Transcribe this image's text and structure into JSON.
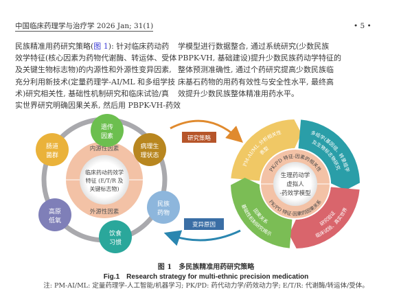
{
  "header": {
    "journal": "中国临床药理学与治疗学 2026 Jan; 31(1)",
    "page_number": "• 5 •"
  },
  "body": {
    "left_lines": [
      {
        "a": "民族精准用药研究策略(",
        "link": "图 1",
        "b": "): 针对临床药动药"
      },
      {
        "a": "效学特征(核心因素为药物代谢酶、转运体、受体"
      },
      {
        "a": "及关键生物标志物)的内源性和外源性变异因素,"
      },
      {
        "a": "充分利用新技术(定量药理学-AI/ML 和多组学技"
      },
      {
        "a": "术)研究相关性, 基础性机制研究和临床试验/真"
      },
      {
        "a": "实世界研究明确因果关系, 然后用 PBPK-VH-药效"
      }
    ],
    "right_lines": [
      "学模型进行数据整合, 通过系统研究(少数民族",
      "PBPK-VH, 基础建设)提升少数民族药动学特征的",
      "整体预测准确性, 通过个药研究提高少数民族临",
      "床基石药物的用药有效性与安全性水平, 最终高",
      "效提升少数民族整体精准用药水平。"
    ]
  },
  "figure": {
    "left": {
      "center": [
        "临床药动药效学",
        "特征 (E/T/R 及",
        "关键标志物)"
      ],
      "inner_label": "内源性因素",
      "outer_label": "外源性因素",
      "nodes": [
        {
          "l1": "遗传",
          "l2": "因素",
          "color": "#6cbf4f"
        },
        {
          "l1": "病理生",
          "l2": "理状态",
          "color": "#b8861f"
        },
        {
          "l1": "民族",
          "l2": "药物",
          "color": "#8db6dc"
        },
        {
          "l1": "饮食",
          "l2": "习惯",
          "color": "#2aa79b"
        },
        {
          "l1": "高原",
          "l2": "低氧",
          "color": "#7f7fb8"
        },
        {
          "l1": "肠道",
          "l2": "菌群",
          "color": "#eab23a"
        }
      ]
    },
    "arrows": {
      "top": "研究策略",
      "bottom": "变异原因"
    },
    "right": {
      "center": [
        "生理药动学",
        "虚拟人",
        "-药效学模型"
      ],
      "ring_top": "PK/PD 特征-因素的相关性",
      "ring_bottom": "PK/PD 特征-因素的因果关系",
      "segments": [
        {
          "lines": [
            "PM-AI/ML 分析相关性",
            "表型"
          ],
          "color": "#f0c865"
        },
        {
          "lines": [
            "多组学(基因组、转录组学",
            "及生物标志物研究"
          ],
          "color": "#2a9ea8"
        },
        {
          "lines": [
            "临床试验、真实世界",
            "研究验证"
          ],
          "color": "#d9656c"
        },
        {
          "lines": [
            "基础性机制研究揭示",
            "因果关系"
          ],
          "color": "#7bbd55"
        }
      ]
    },
    "caption_cn": "图 1　多民族精准用药研究策略",
    "caption_en": "Fig.1　Research strategy for multi-ethnic precision medication",
    "note": "注: PM-AI/ML: 定量药理学-人工智能/机器学习; PK/PD: 药代动力学/药效动力学; E/T/R: 代谢酶/转运体/受体。"
  }
}
